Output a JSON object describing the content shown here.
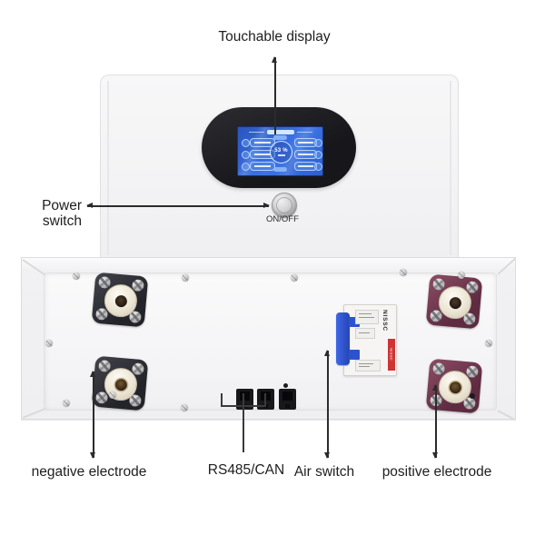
{
  "annotations": {
    "touchable_display": "Touchable display",
    "power_switch": "Power switch",
    "negative_electrode": "negative electrode",
    "rs485_can": "RS485/CAN",
    "air_switch": "Air switch",
    "positive_electrode": "positive electrode"
  },
  "top_unit": {
    "power_button_label": "ON/OFF",
    "screen": {
      "soc": "53 %"
    }
  },
  "bottom_unit": {
    "breaker_brand": "NISSC"
  },
  "colors": {
    "screen_blue": "#2f62cf",
    "bezel_black": "#1d1d22",
    "negative_terminal": "#2e2e36",
    "positive_terminal": "#7c3f56",
    "breaker_handle_blue": "#2f55cc",
    "breaker_label_red": "#ce3434",
    "annotation_line": "#2b2b2b"
  }
}
